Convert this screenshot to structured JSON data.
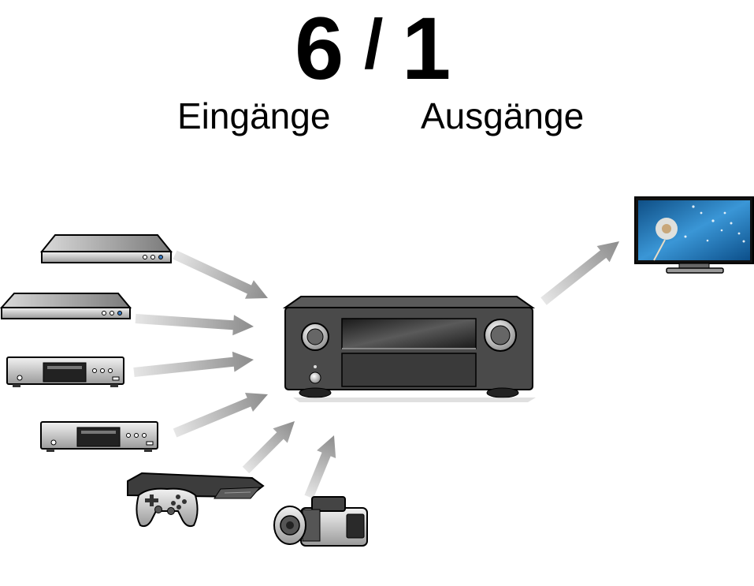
{
  "header": {
    "inputs_count": "6",
    "separator": "/",
    "outputs_count": "1",
    "inputs_label": "Eingänge",
    "outputs_label": "Ausgänge"
  },
  "devices": {
    "inputs": [
      "blu-ray-player",
      "dvd-player",
      "cd-player",
      "cd-player",
      "game-console",
      "camcorder"
    ],
    "hub": "av-receiver",
    "output": "tv"
  },
  "colors": {
    "arrow": "#9a9a9a",
    "device_body": "#4a4a4a",
    "outline": "#000000"
  }
}
